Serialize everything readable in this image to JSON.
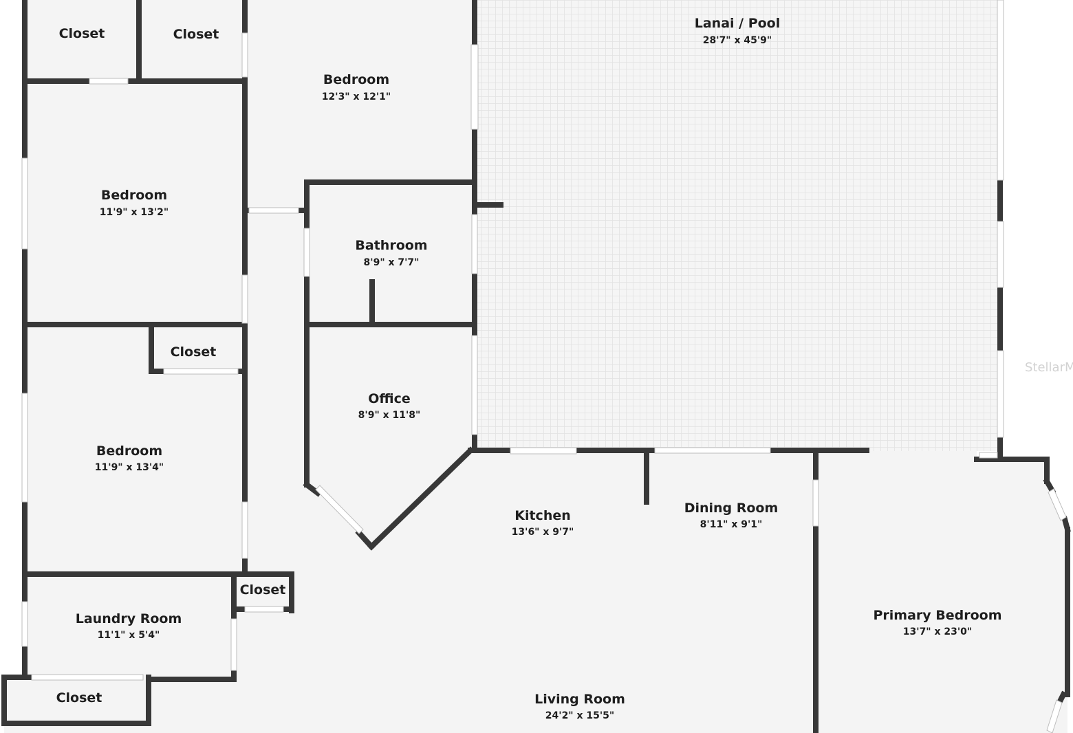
{
  "floorplan": {
    "rooms": {
      "closet_a": {
        "name": "Closet"
      },
      "closet_b": {
        "name": "Closet"
      },
      "bedroom_top": {
        "name": "Bedroom",
        "dims": "12'3\" x 12'1\""
      },
      "lanai": {
        "name": "Lanai / Pool",
        "dims": "28'7\" x 45'9\""
      },
      "bedroom_left_upper": {
        "name": "Bedroom",
        "dims": "11'9\" x 13'2\""
      },
      "bathroom": {
        "name": "Bathroom",
        "dims": "8'9\" x 7'7\""
      },
      "closet_c": {
        "name": "Closet"
      },
      "office": {
        "name": "Office",
        "dims": "8'9\" x 11'8\""
      },
      "bedroom_left_lower": {
        "name": "Bedroom",
        "dims": "11'9\" x 13'4\""
      },
      "kitchen": {
        "name": "Kitchen",
        "dims": "13'6\" x 9'7\""
      },
      "dining": {
        "name": "Dining Room",
        "dims": "8'11\" x 9'1\""
      },
      "closet_d": {
        "name": "Closet"
      },
      "laundry": {
        "name": "Laundry Room",
        "dims": "11'1\" x 5'4\""
      },
      "primary_bedroom": {
        "name": "Primary Bedroom",
        "dims": "13'7\" x 23'0\""
      },
      "closet_e": {
        "name": "Closet"
      },
      "living": {
        "name": "Living Room",
        "dims": "24'2\" x 15'5\""
      }
    },
    "watermark": "StellarMLS",
    "colors": {
      "wall": "#383838",
      "floor": "#f4f4f4",
      "pool_tile": "#e4e4e4",
      "text": "#1e1e1e"
    }
  }
}
